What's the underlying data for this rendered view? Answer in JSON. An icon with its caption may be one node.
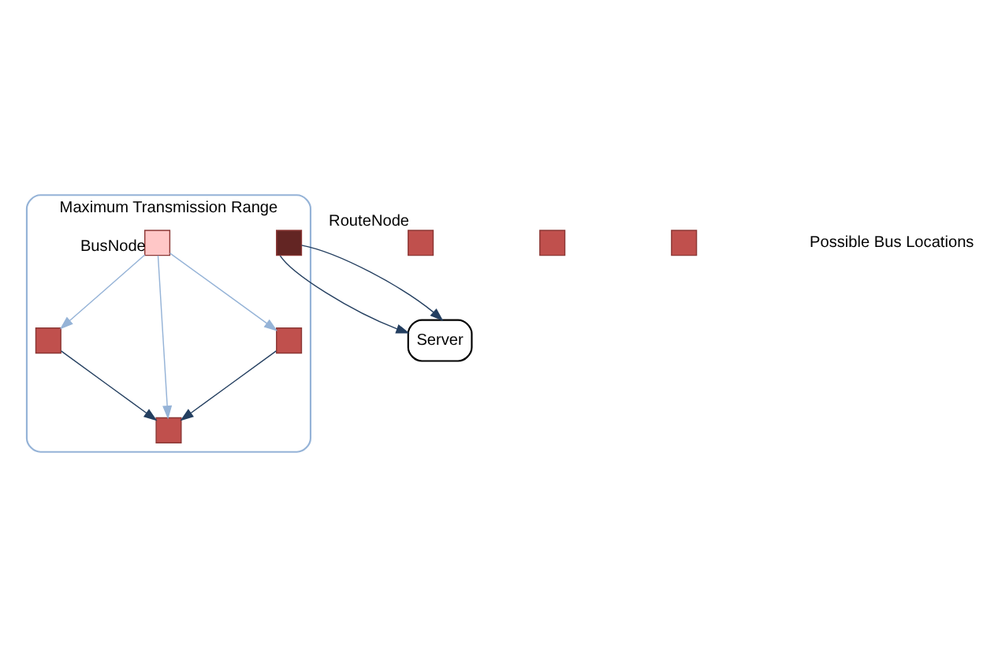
{
  "diagram": {
    "nodes": [
      {
        "text": [
          "Maximum Transmission Range"
        ]
      },
      {
        "text": [],
        "shape": "box",
        "beside": [
          "RouteNode"
        ]
      },
      {
        "text": [],
        "shape": "box",
        "in": 0
      },
      {
        "text": [],
        "shape": "box"
      },
      {
        "text": [],
        "shape": "box",
        "in": 0,
        "beside": [
          "BusNode"
        ]
      },
      {
        "text": [],
        "shape": "box",
        "in": 0
      },
      {
        "text": [],
        "shape": "box",
        "in": 0
      },
      {
        "text": [],
        "shape": "box",
        "in": 0
      },
      {
        "text": [],
        "shape": "box"
      },
      {
        "text": [
          "Server"
        ]
      }
    ],
    "edges": [
      {
        "from": 4,
        "to": 2,
        "arrow": "to",
        "color": "#95b3d7"
      },
      {
        "from": 4,
        "to": 5,
        "arrow": "to",
        "color": "#95b3d7"
      },
      {
        "from": 4,
        "to": 7,
        "arrow": "to",
        "color": "#95b3d7"
      },
      {
        "from": 2,
        "to": 5,
        "arrow": "to"
      },
      {
        "from": 7,
        "to": 5,
        "arrow": "to"
      },
      {
        "from": 6,
        "to": 9,
        "arrow": "to"
      },
      {
        "from": 6,
        "to": 9,
        "arrow": "to"
      }
    ],
    "labels": [
      "Possible Bus Locations"
    ]
  }
}
